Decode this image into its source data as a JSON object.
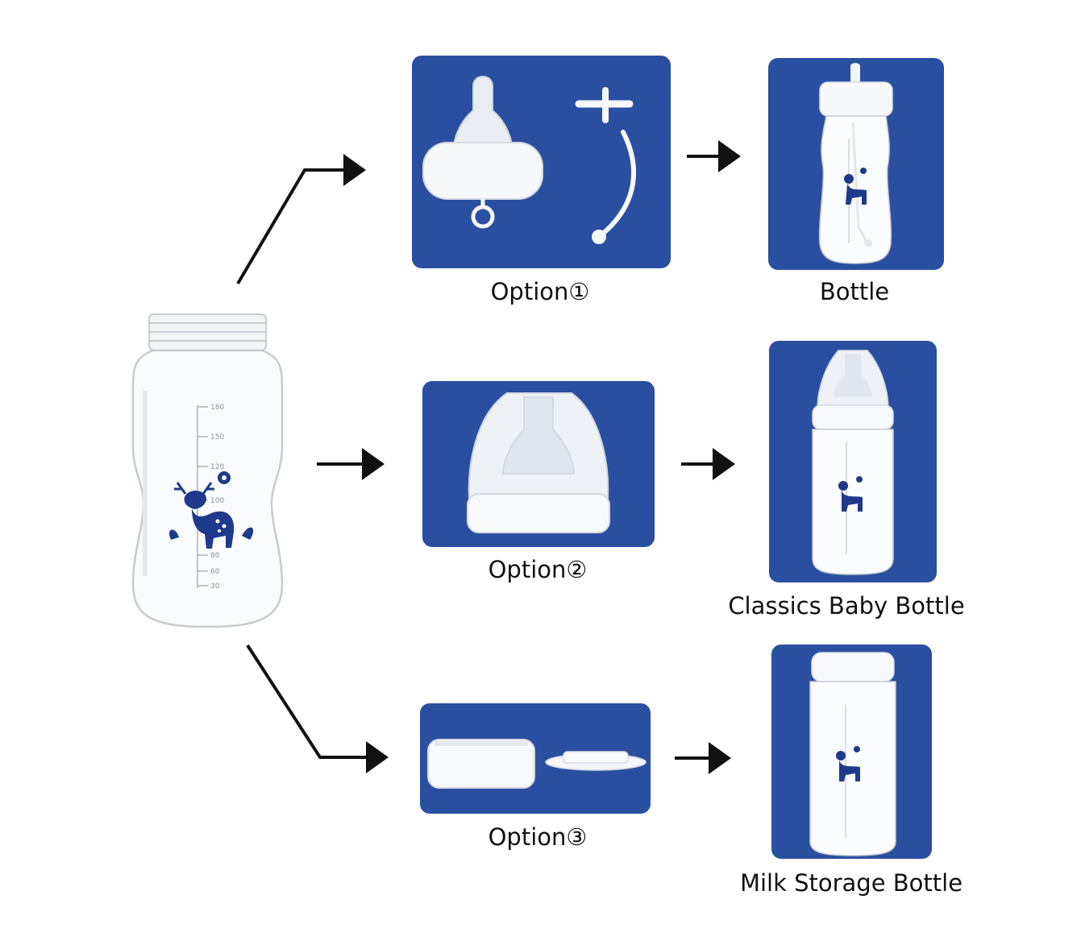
{
  "diagram": {
    "colors": {
      "panel": "#2b4fa0",
      "arrow": "#111111",
      "deer": "#1f3a8a",
      "label_text": "#111111"
    },
    "source": {
      "graduations": [
        "180",
        "150",
        "120",
        "100",
        "80",
        "60",
        "30"
      ]
    },
    "options": [
      {
        "label": "Option①",
        "result_label": "Bottle"
      },
      {
        "label": "Option②",
        "result_label": "Classics Baby Bottle"
      },
      {
        "label": "Option③",
        "result_label": "Milk Storage Bottle"
      }
    ]
  }
}
